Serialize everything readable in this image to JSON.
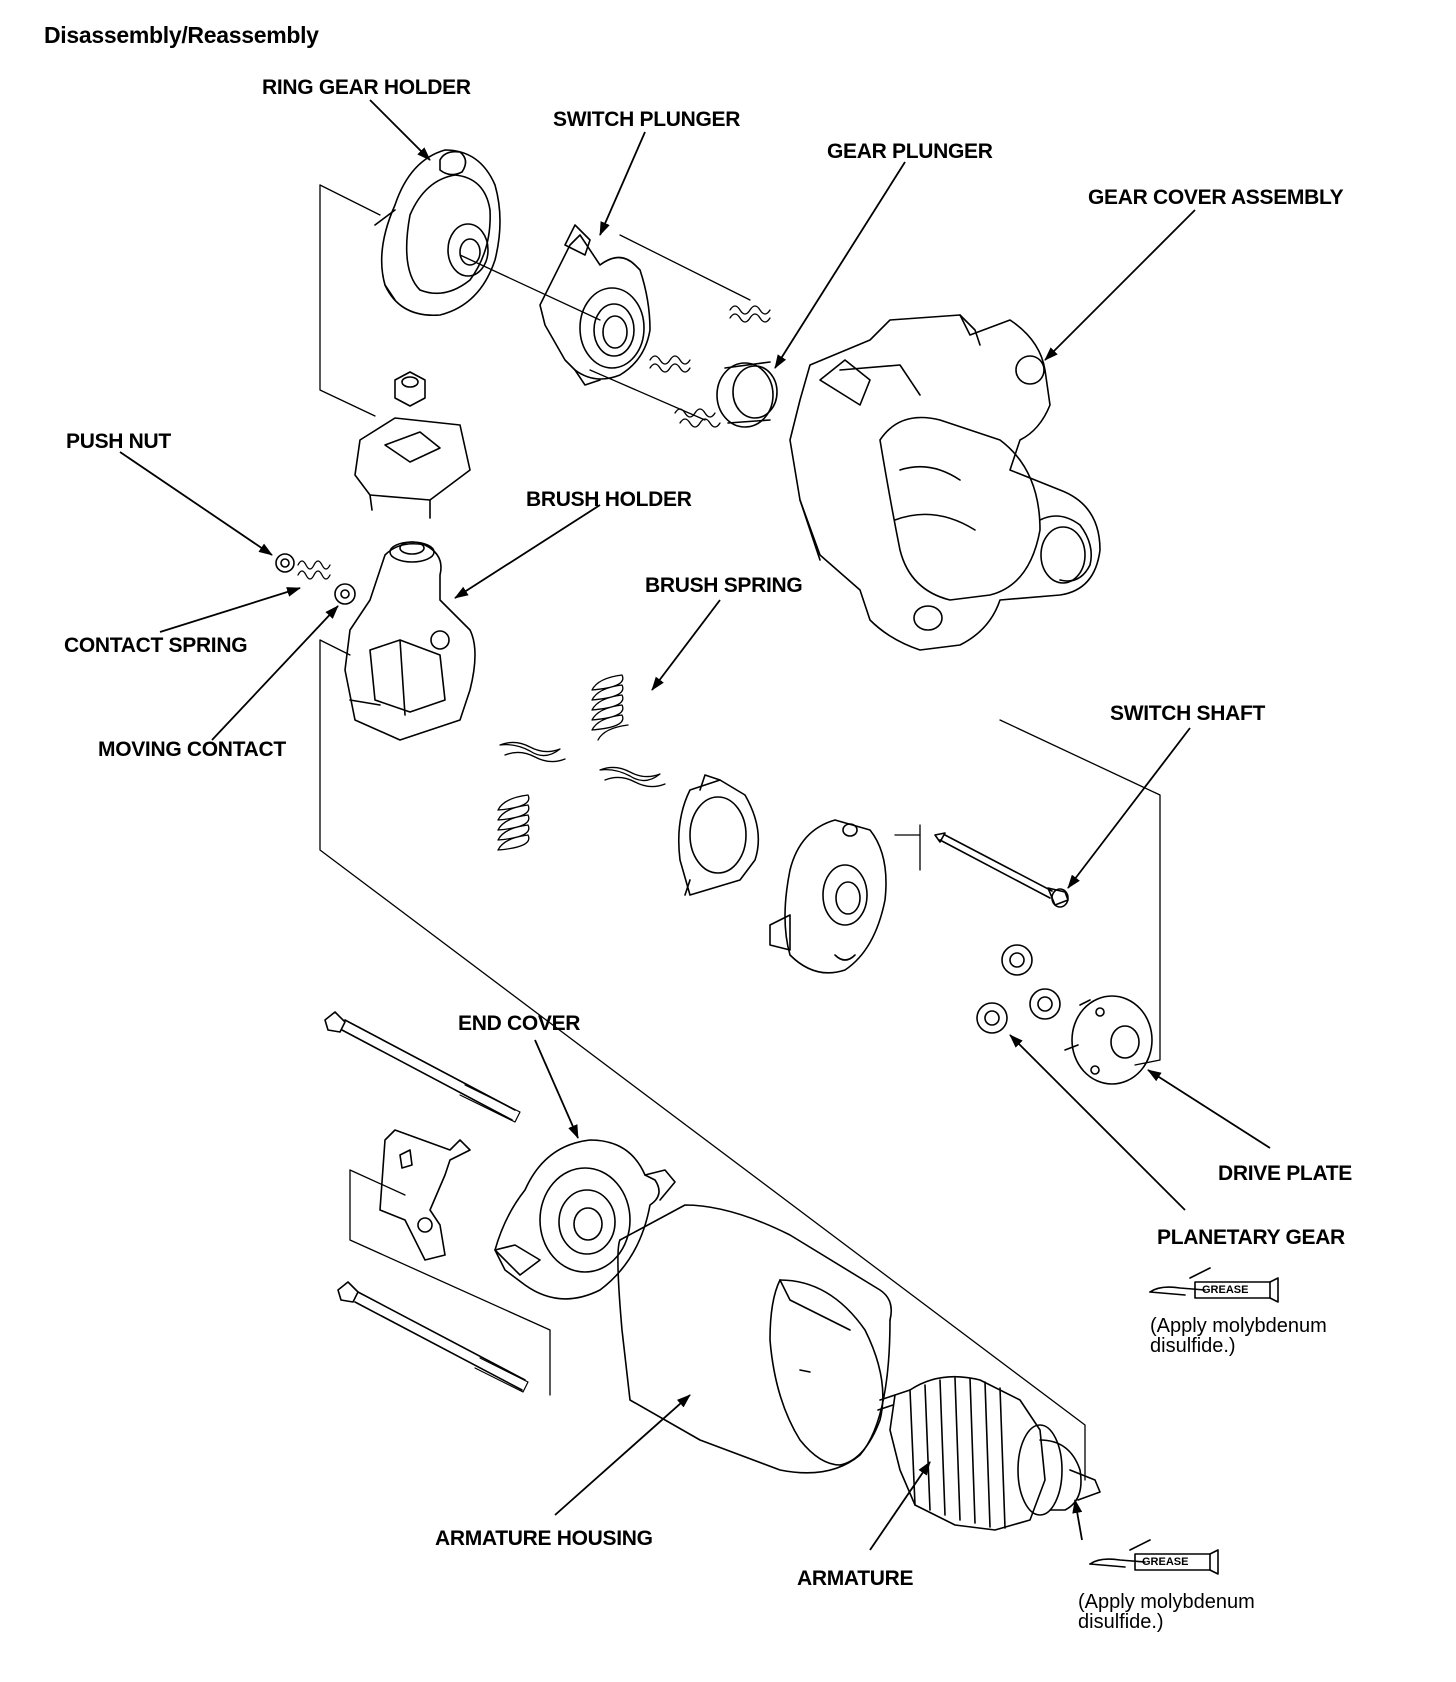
{
  "title": "Disassembly/Reassembly",
  "labels": {
    "ring_gear_holder": "RING GEAR HOLDER",
    "switch_plunger": "SWITCH PLUNGER",
    "gear_plunger": "GEAR PLUNGER",
    "gear_cover_assembly": "GEAR COVER ASSEMBLY",
    "push_nut": "PUSH NUT",
    "brush_holder": "BRUSH HOLDER",
    "brush_spring": "BRUSH SPRING",
    "contact_spring": "CONTACT SPRING",
    "moving_contact": "MOVING CONTACT",
    "switch_shaft": "SWITCH SHAFT",
    "end_cover": "END COVER",
    "drive_plate": "DRIVE PLATE",
    "planetary_gear": "PLANETARY GEAR",
    "armature_housing": "ARMATURE HOUSING",
    "armature": "ARMATURE"
  },
  "grease_notes": [
    {
      "symbol": "GREASE",
      "line1": "(Apply molybdenum",
      "line2": "disulfide.)"
    },
    {
      "symbol": "GREASE",
      "line1": "(Apply molybdenum",
      "line2": "disulfide.)"
    }
  ]
}
